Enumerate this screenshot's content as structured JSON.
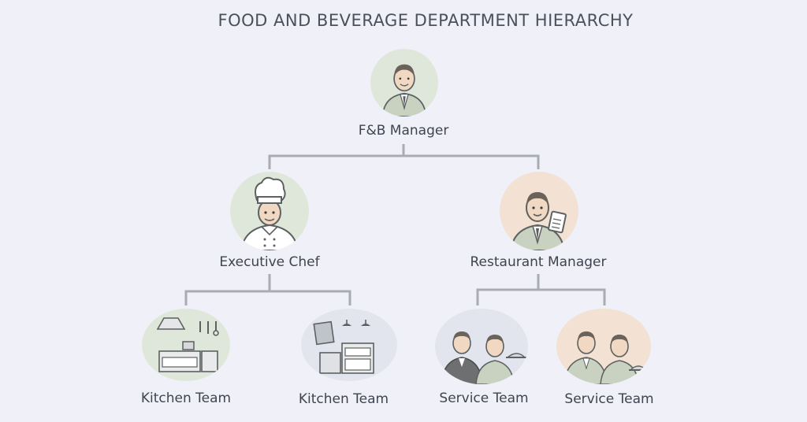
{
  "title": "FOOD AND BEVERAGE DEPARTMENT HIERARCHY",
  "colors": {
    "line": "#a9acb3",
    "avatar_green": "#dfe7da",
    "avatar_peach": "#f3e2d3",
    "avatar_blue": "#e2e5ee",
    "skin": "#f1d8c2",
    "suit": "#c9d2c1",
    "hair": "#6b6259"
  },
  "nodes": {
    "manager": {
      "label": "F&B Manager",
      "icon": "manager-icon"
    },
    "chef": {
      "label": "Executive Chef",
      "icon": "chef-icon"
    },
    "restaurant": {
      "label": "Restaurant Manager",
      "icon": "restaurant-manager-icon"
    },
    "kitchen1": {
      "label": "Kitchen Team",
      "icon": "kitchen-stove-icon"
    },
    "kitchen2": {
      "label": "Kitchen Team",
      "icon": "kitchen-oven-icon"
    },
    "service1": {
      "label": "Service Team",
      "icon": "waiters-icon"
    },
    "service2": {
      "label": "Service Team",
      "icon": "waiters-icon"
    }
  }
}
